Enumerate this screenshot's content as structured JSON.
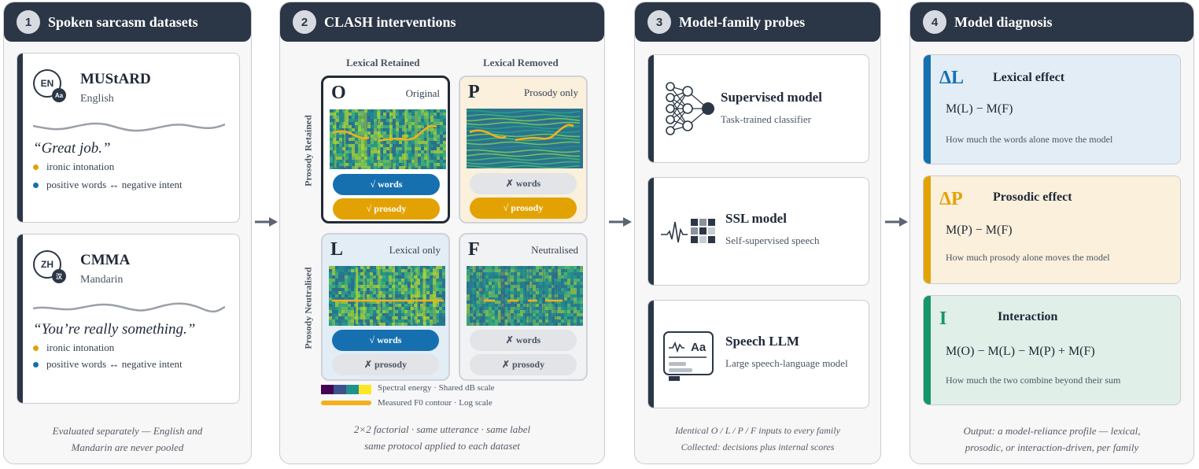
{
  "colors": {
    "header_bg": "#2b3646",
    "words_blue": "#1670b0",
    "prosody_amber": "#e3a204",
    "interaction_green": "#16946a",
    "cell_O_bg": "#ffffff",
    "cell_P_bg": "#fbf0dc",
    "cell_L_bg": "#e2edf6",
    "cell_F_bg": "#f1f2f4"
  },
  "panels": [
    {
      "number": "1",
      "title": "Spoken sarcasm datasets",
      "footer_line1": "Evaluated separately — English and",
      "footer_line2": "Mandarin are never pooled"
    },
    {
      "number": "2",
      "title": "CLASH interventions",
      "footer_line1": "2×2 factorial · same utterance · same label",
      "footer_line2": "same protocol applied to each dataset"
    },
    {
      "number": "3",
      "title": "Model-family probes",
      "footer_line1": "Identical O / L / P / F inputs to every family",
      "footer_line2": "Collected: decisions plus internal scores"
    },
    {
      "number": "4",
      "title": "Model diagnosis",
      "footer_line1": "Output: a model-reliance profile — lexical,",
      "footer_line2": "prosodic, or interaction-driven, per family"
    }
  ],
  "datasets": [
    {
      "badge": "EN",
      "sub_badge": "Aa",
      "name": "MUStARD",
      "language": "English",
      "quote": "“Great job.”",
      "bullets": [
        "ironic intonation",
        "positive words ↔ negative intent"
      ]
    },
    {
      "badge": "ZH",
      "sub_badge": "汉",
      "name": "CMMA",
      "language": "Mandarin",
      "quote": "“You’re really something.”",
      "bullets": [
        "ironic intonation",
        "positive words ↔ negative intent"
      ]
    }
  ],
  "clash": {
    "col_headers": [
      "Lexical Retained",
      "Lexical Removed"
    ],
    "row_headers": [
      "Prosody Retained",
      "Prosody Neutralised"
    ],
    "cells": [
      {
        "letter": "O",
        "label": "Original",
        "words": "√ words",
        "prosody": "√ prosody",
        "words_on": true,
        "prosody_on": true
      },
      {
        "letter": "P",
        "label": "Prosody only",
        "words": "✗ words",
        "prosody": "√ prosody",
        "words_on": false,
        "prosody_on": true
      },
      {
        "letter": "L",
        "label": "Lexical only",
        "words": "√ words",
        "prosody": "✗ prosody",
        "words_on": true,
        "prosody_on": false
      },
      {
        "letter": "F",
        "label": "Neutralised",
        "words": "✗ words",
        "prosody": "✗ prosody",
        "words_on": false,
        "prosody_on": false
      }
    ],
    "legend": [
      "Spectral energy · Shared dB scale",
      "Measured F0 contour · Log scale"
    ]
  },
  "models": [
    {
      "name": "Supervised model",
      "desc": "Task-trained classifier",
      "icon": "neural-network-icon"
    },
    {
      "name": "SSL model",
      "desc": "Self-supervised speech",
      "icon": "waveform-grid-icon"
    },
    {
      "name": "Speech LLM",
      "desc": "Large speech-language model",
      "icon": "chat-window-icon"
    }
  ],
  "diagnosis": [
    {
      "symbol": "ΔL",
      "title": "Lexical effect",
      "formula": "M(L) − M(F)",
      "desc": "How much the words alone move the model"
    },
    {
      "symbol": "ΔP",
      "title": "Prosodic effect",
      "formula": "M(P) − M(F)",
      "desc": "How much prosody alone moves the model"
    },
    {
      "symbol": "I",
      "title": "Interaction",
      "formula": "M(O) − M(L) − M(P) + M(F)",
      "desc": "How much the two combine beyond their sum"
    }
  ]
}
